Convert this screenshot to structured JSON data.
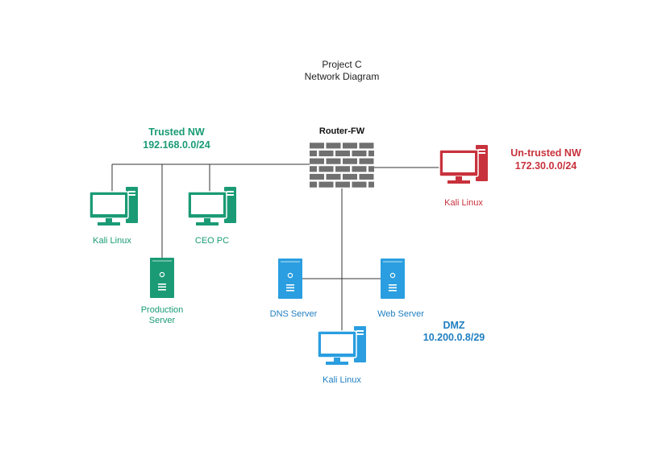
{
  "title": {
    "line1": "Project C",
    "line2": "Network Diagram"
  },
  "colors": {
    "trusted": "#1a9b75",
    "untrusted": "#c8323c",
    "dmz": "#2a9ee0",
    "dmz_label": "#1f7fc0",
    "firewall": "#707070",
    "line": "#333333",
    "text": "#222222"
  },
  "firewall": {
    "label": "Router-FW",
    "icon": "brick-firewall-icon"
  },
  "zones": {
    "trusted": {
      "name": "Trusted NW",
      "subnet": "192.168.0.0/24",
      "devices": [
        {
          "label": "Kali Linux",
          "icon": "desktop-computer-icon"
        },
        {
          "label_line1": "Production",
          "label_line2": "Server",
          "icon": "server-icon"
        },
        {
          "label": "CEO PC",
          "icon": "desktop-computer-icon"
        }
      ]
    },
    "untrusted": {
      "name": "Un-trusted NW",
      "subnet": "172.30.0.0/24",
      "devices": [
        {
          "label": "Kali Linux",
          "icon": "desktop-computer-icon"
        }
      ]
    },
    "dmz": {
      "name": "DMZ",
      "subnet": "10.200.0.8/29",
      "devices": [
        {
          "label": "DNS Server",
          "icon": "server-icon"
        },
        {
          "label": "Web Server",
          "icon": "server-icon"
        },
        {
          "label": "Kali Linux",
          "icon": "desktop-computer-icon"
        }
      ]
    }
  }
}
